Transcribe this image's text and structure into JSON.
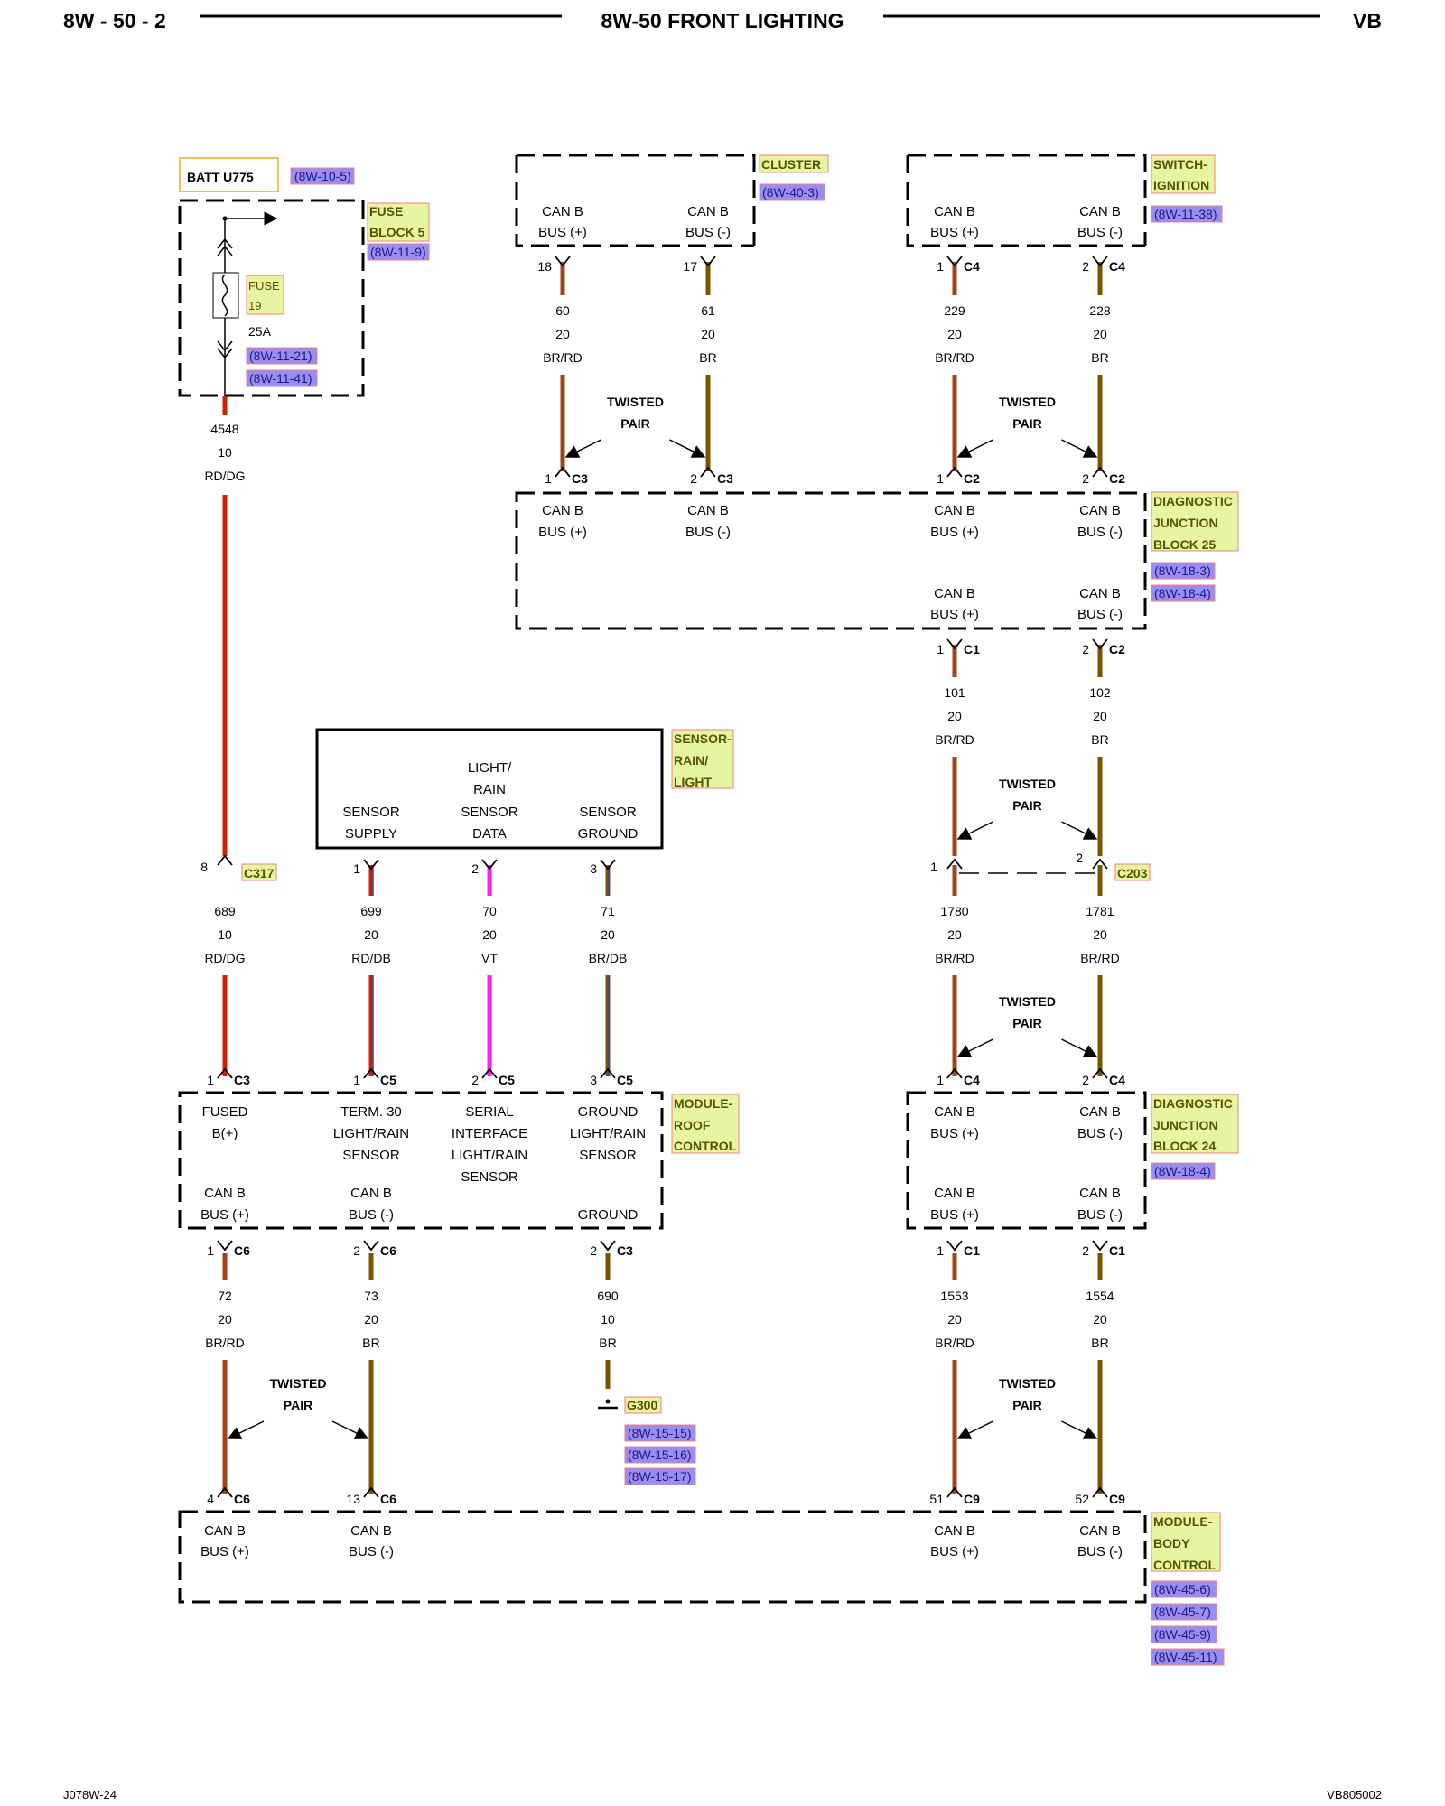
{
  "header": {
    "left": "8W - 50 - 2",
    "title": "8W-50 FRONT LIGHTING",
    "right": "VB"
  },
  "footer": {
    "left": "J078W-24",
    "right": "VB805002"
  },
  "colors": {
    "br": "#7a5200",
    "br_rd": "#a0441a",
    "rd_dg": "#cc2200",
    "vt": "#ff22ee",
    "rd_db": "#cc2200",
    "label_bg": "#e8f5a0",
    "label_border": "#f08080",
    "ref_bg": "#9b8cf0"
  },
  "battery": {
    "label": "BATT U775",
    "ref": "(8W-10-5)"
  },
  "fuse_block": {
    "name_l1": "FUSE",
    "name_l2": "BLOCK 5",
    "ref": "(8W-11-9)",
    "fuse_l1": "FUSE",
    "fuse_l2": "19",
    "rating": "25A",
    "refs": [
      "(8W-11-21)",
      "(8W-11-41)"
    ]
  },
  "cluster": {
    "name": "CLUSTER",
    "ref": "(8W-40-3)"
  },
  "ignition": {
    "name_l1": "SWITCH-",
    "name_l2": "IGNITION",
    "ref": "(8W-11-38)"
  },
  "djb25": {
    "name_l1": "DIAGNOSTIC",
    "name_l2": "JUNCTION",
    "name_l3": "BLOCK 25",
    "refs": [
      "(8W-18-3)",
      "(8W-18-4)"
    ]
  },
  "sensor": {
    "name_l1": "SENSOR-",
    "name_l2": "RAIN/",
    "name_l3": "LIGHT",
    "supply_l1": "SENSOR",
    "supply_l2": "SUPPLY",
    "data_l1": "LIGHT/",
    "data_l2": "RAIN",
    "data_l3": "SENSOR",
    "data_l4": "DATA",
    "ground_l1": "SENSOR",
    "ground_l2": "GROUND"
  },
  "roof": {
    "name_l1": "MODULE-",
    "name_l2": "ROOF",
    "name_l3": "CONTROL",
    "p1_l1": "FUSED",
    "p1_l2": "B(+)",
    "p2_l1": "TERM. 30",
    "p2_l2": "LIGHT/RAIN",
    "p2_l3": "SENSOR",
    "p3_l1": "SERIAL",
    "p3_l2": "INTERFACE",
    "p3_l3": "LIGHT/RAIN",
    "p3_l4": "SENSOR",
    "p4_l1": "GROUND",
    "p4_l2": "LIGHT/RAIN",
    "p4_l3": "SENSOR",
    "ground": "GROUND"
  },
  "djb24": {
    "name_l1": "DIAGNOSTIC",
    "name_l2": "JUNCTION",
    "name_l3": "BLOCK 24",
    "ref": "(8W-18-4)"
  },
  "bcm": {
    "name_l1": "MODULE-",
    "name_l2": "BODY",
    "name_l3": "CONTROL",
    "refs": [
      "(8W-45-6)",
      "(8W-45-7)",
      "(8W-45-9)",
      "(8W-45-11)"
    ]
  },
  "ground": {
    "name": "G300",
    "refs": [
      "(8W-15-15)",
      "(8W-15-16)",
      "(8W-15-17)"
    ]
  },
  "canb": {
    "l1": "CAN B",
    "plus": "BUS (+)",
    "minus": "BUS (-)"
  },
  "twisted": {
    "l1": "TWISTED",
    "l2": "PAIR"
  },
  "c203": "C203",
  "c317": "C317",
  "wires": {
    "w4548": [
      "4548",
      "10",
      "RD/DG"
    ],
    "w60": [
      "60",
      "20",
      "BR/RD"
    ],
    "w61": [
      "61",
      "20",
      "BR"
    ],
    "w229": [
      "229",
      "20",
      "BR/RD"
    ],
    "w228": [
      "228",
      "20",
      "BR"
    ],
    "w101": [
      "101",
      "20",
      "BR/RD"
    ],
    "w102": [
      "102",
      "20",
      "BR"
    ],
    "w689": [
      "689",
      "10",
      "RD/DG"
    ],
    "w699": [
      "699",
      "20",
      "RD/DB"
    ],
    "w70": [
      "70",
      "20",
      "VT"
    ],
    "w71": [
      "71",
      "20",
      "BR/DB"
    ],
    "w1780": [
      "1780",
      "20",
      "BR/RD"
    ],
    "w1781": [
      "1781",
      "20",
      "BR/RD"
    ],
    "w72": [
      "72",
      "20",
      "BR/RD"
    ],
    "w73": [
      "73",
      "20",
      "BR"
    ],
    "w690": [
      "690",
      "10",
      "BR"
    ],
    "w1553": [
      "1553",
      "20",
      "BR/RD"
    ],
    "w1554": [
      "1554",
      "20",
      "BR"
    ]
  },
  "pins": {
    "p18": "18",
    "p17": "17",
    "p1c4": "1",
    "c4a": "C4",
    "p2c4": "2",
    "c4b": "C4",
    "p1c3": "1",
    "c3a": "C3",
    "p2c3": "2",
    "c3b": "C3",
    "p1c2": "1",
    "c2a": "C2",
    "p2c2": "2",
    "c2b": "C2",
    "p1c1": "1",
    "c1a": "C1",
    "p2c2b": "2",
    "c2c": "C2",
    "p8": "8",
    "ps1": "1",
    "ps2": "2",
    "ps3": "3",
    "p203a": "1",
    "p203b": "2",
    "r1": "1",
    "rc3": "C3",
    "r2": "1",
    "rc5a": "C5",
    "r3": "2",
    "rc5b": "C5",
    "r4": "3",
    "rc5c": "C5",
    "d1": "1",
    "dc4a": "C4",
    "d2": "2",
    "dc4b": "C4",
    "o1": "1",
    "oc6a": "C6",
    "o2": "2",
    "oc6b": "C6",
    "o3": "2",
    "oc3": "C3",
    "e1": "1",
    "ec1a": "C1",
    "e2": "2",
    "ec1b": "C1",
    "b4": "4",
    "bc6a": "C6",
    "b13": "13",
    "bc6b": "C6",
    "b51": "51",
    "bc9a": "C9",
    "b52": "52",
    "bc9b": "C9"
  }
}
